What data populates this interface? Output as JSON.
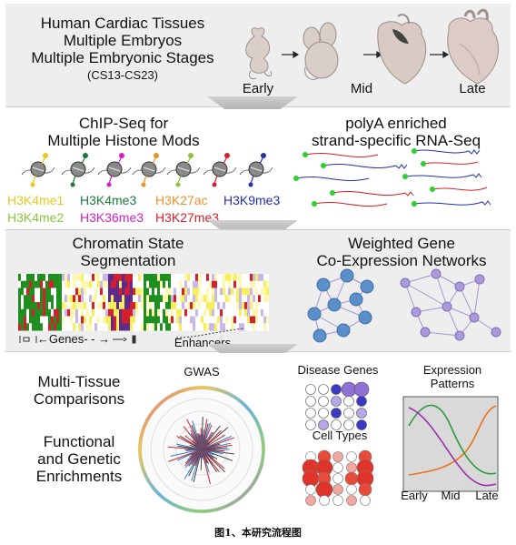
{
  "panel1": {
    "title_lines": [
      "Human Cardiac Tissues",
      "Multiple Embryos",
      "Multiple Embryonic Stages",
      "(CS13-CS23)"
    ],
    "stages": [
      "Early",
      "Mid",
      "Late"
    ]
  },
  "panel2": {
    "left_title": [
      "ChIP-Seq for",
      "Multiple Histone Mods"
    ],
    "right_title": [
      "polyA enriched",
      "strand-specific RNA-Seq"
    ],
    "marks": [
      {
        "label": "H3K4me1",
        "color": "#e6c81e"
      },
      {
        "label": "H3K4me3",
        "color": "#1e7a3a"
      },
      {
        "label": "H3K27ac",
        "color": "#e8912a"
      },
      {
        "label": "H3K9me3",
        "color": "#2430a8"
      },
      {
        "label": "H3K4me2",
        "color": "#8cc43c"
      },
      {
        "label": "H3K36me3",
        "color": "#d21fc8"
      },
      {
        "label": "H3K27me3",
        "color": "#d3202c"
      }
    ]
  },
  "panel3": {
    "left_title": [
      "Chromatin State",
      "Segmentation"
    ],
    "right_title": [
      "Weighted Gene",
      "Co-Expression Networks"
    ],
    "genes_label": "Genes",
    "enhancers_label": "Enhancers"
  },
  "panel4": {
    "left_lines": [
      "Multi-Tissue",
      "Comparisons",
      "",
      "Functional",
      "and Genetic",
      "Enrichments"
    ],
    "gwas_label": "GWAS",
    "disease_genes_label": "Disease Genes",
    "cell_types_label": "Cell Types",
    "expression_title": [
      "Expression",
      "Patterns"
    ],
    "expression_axis": [
      "Early",
      "Mid",
      "Late"
    ]
  },
  "caption": "图1、本研究流程图",
  "colors": {
    "panel_bg": "#eeeeee",
    "network_node": "#5b8fc9",
    "network_edge": "#8a6fc2",
    "expr_bg": "#d9d9d9",
    "expr_green": "#2e9a3e",
    "expr_purple": "#9b2fae",
    "expr_orange": "#e8741e",
    "cell_red": "#e0332a"
  }
}
